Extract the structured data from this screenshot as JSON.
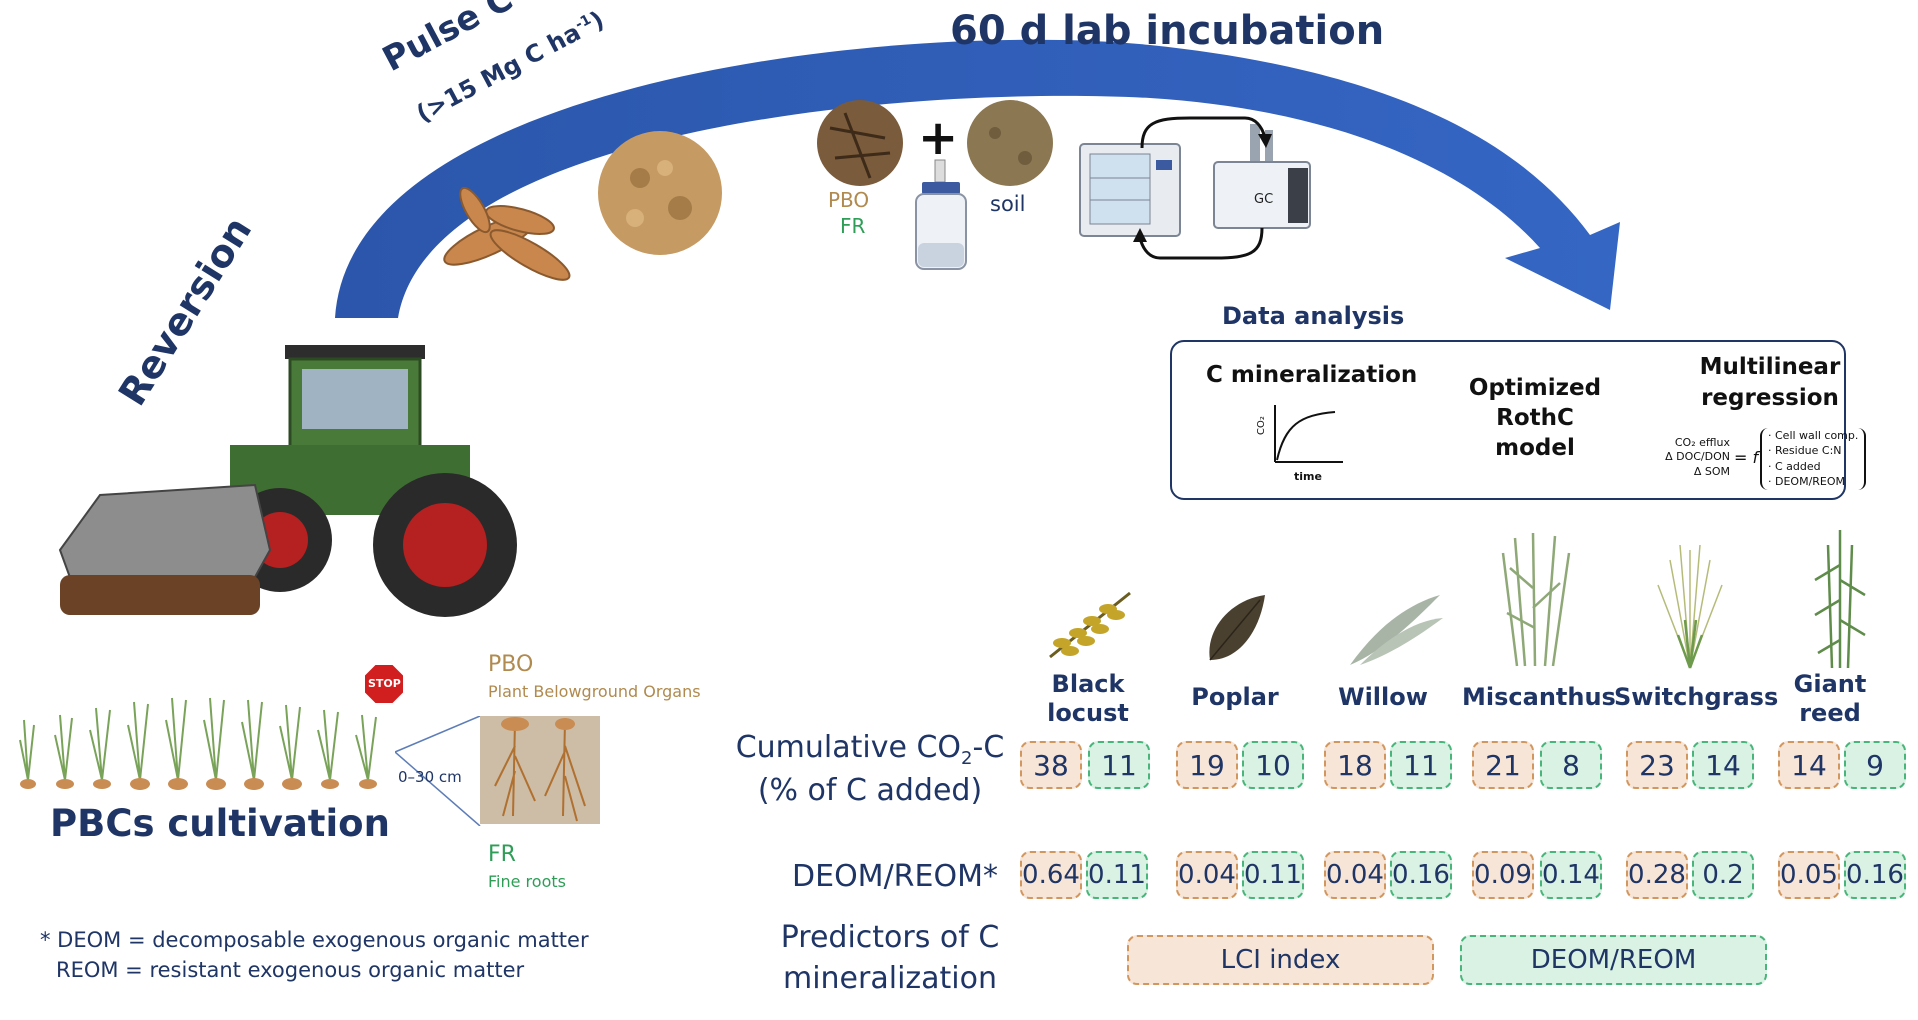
{
  "header": {
    "incubation": "60 d lab incubation",
    "pulse_title": "Pulse C input",
    "pulse_sub": "(>15 Mg C ha",
    "pulse_sup": "-1",
    "pulse_close": ")",
    "reversion": "Reversion"
  },
  "incubation_panel": {
    "pbo": "PBO",
    "fr": "FR",
    "plus": "+",
    "soil": "soil",
    "gc": "GC"
  },
  "data_analysis": {
    "title": "Data analysis",
    "c_mineral": "C mineralization",
    "axis_y": "CO₂",
    "axis_x": "time",
    "rothc_1": "Optimized",
    "rothc_2": "RothC",
    "rothc_3": "model",
    "mlr_1": "Multilinear",
    "mlr_2": "regression",
    "lhs_1": "CO₂ efflux",
    "lhs_2": "Δ DOC/DON",
    "lhs_3": "Δ SOM",
    "eq": "= f",
    "rhs": [
      "· Cell wall comp.",
      "· Residue C:N",
      "· C added",
      "· DEOM/REOM"
    ]
  },
  "cultivation": {
    "pbo": "PBO",
    "pbo_full": "Plant Belowground Organs",
    "fr": "FR",
    "fr_full": "Fine roots",
    "depth": "0–30 cm",
    "title": "PBCs cultivation",
    "stop": "STOP"
  },
  "notes": {
    "deom": "* DEOM = decomposable exogenous organic matter",
    "reom": "REOM = resistant exogenous organic matter"
  },
  "table": {
    "row1_line1": "Cumulative CO",
    "row1_sub": "2",
    "row1_line1b": "-C",
    "row1_line2": "(% of C added)",
    "row2": "DEOM/REOM*",
    "row3_line1": "Predictors of C",
    "row3_line2": "mineralization",
    "pred_pbo": "LCI index",
    "pred_fr": "DEOM/REOM",
    "species": [
      {
        "name": "Black locust",
        "co2_pbo": "38",
        "co2_fr": "11",
        "dr_pbo": "0.64",
        "dr_fr": "0.11"
      },
      {
        "name": "Poplar",
        "co2_pbo": "19",
        "co2_fr": "10",
        "dr_pbo": "0.04",
        "dr_fr": "0.11"
      },
      {
        "name": "Willow",
        "co2_pbo": "18",
        "co2_fr": "11",
        "dr_pbo": "0.04",
        "dr_fr": "0.16"
      },
      {
        "name": "Miscanthus",
        "co2_pbo": "21",
        "co2_fr": "8",
        "dr_pbo": "0.09",
        "dr_fr": "0.14"
      },
      {
        "name": "Switchgrass",
        "co2_pbo": "23",
        "co2_fr": "14",
        "dr_pbo": "0.28",
        "dr_fr": "0.2"
      },
      {
        "name": "Giant reed",
        "co2_pbo": "14",
        "co2_fr": "9",
        "dr_pbo": "0.05",
        "dr_fr": "0.16"
      }
    ]
  },
  "colors": {
    "navy": "#1f3566",
    "arrow": "#2f5bb4",
    "pbo_fill": "#f7e5d7",
    "pbo_border": "#d2975f",
    "fr_fill": "#d9f2e3",
    "fr_border": "#48b57a"
  }
}
